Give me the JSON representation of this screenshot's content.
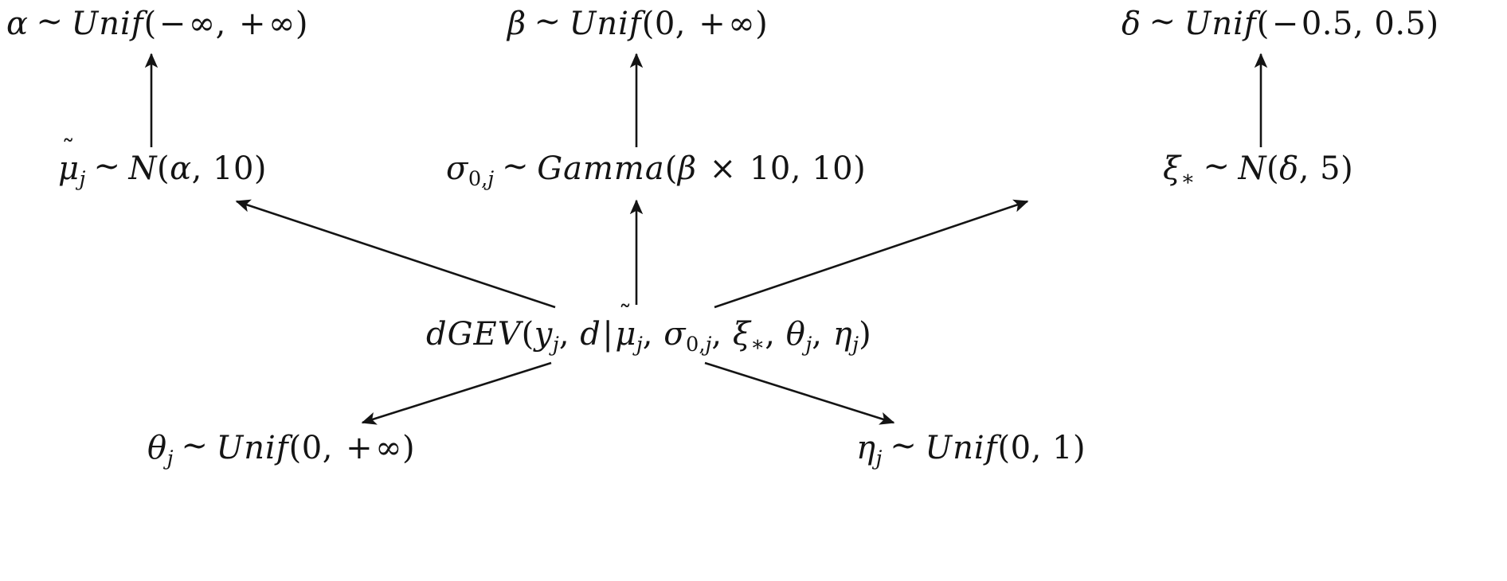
{
  "diagram": {
    "title": "Bayesian hierarchical dGEV model directed acyclic graph",
    "background_color": "#ffffff",
    "ink_color": "#141414",
    "hyperpriors": [
      {
        "id": "alpha-prior",
        "latex": "\\alpha \\sim Unif(-\\infty, +\\infty)",
        "plain": "α ~ Unif(−∞, +∞)",
        "variable": "α",
        "distribution": "Unif",
        "params": [
          "−∞",
          "+∞"
        ]
      },
      {
        "id": "beta-prior",
        "latex": "\\beta \\sim Unif(0, +\\infty)",
        "plain": "β ~ Unif(0, +∞)",
        "variable": "β",
        "distribution": "Unif",
        "params": [
          "0",
          "+∞"
        ]
      },
      {
        "id": "delta-prior",
        "latex": "\\delta \\sim Unif(-0.5, 0.5)",
        "plain": "δ ~ Unif(−0.5, 0.5)",
        "variable": "δ",
        "distribution": "Unif",
        "params": [
          "−0.5",
          "0.5"
        ]
      }
    ],
    "priors": [
      {
        "id": "mu-tilde-prior",
        "latex": "\\tilde{\\mu}_j \\sim N(\\alpha, 10)",
        "plain": "μ̃_j ~ N(α, 10)",
        "variable": "μ̃",
        "subscript": "j",
        "distribution": "N",
        "params": [
          "α",
          "10"
        ]
      },
      {
        "id": "sigma-prior",
        "latex": "\\sigma_{0,j} \\sim Gamma(\\beta \\times 10, 10)",
        "plain": "σ₀,ⱼ ~ Gamma(β × 10, 10)",
        "variable": "σ",
        "subscript": "0,j",
        "distribution": "Gamma",
        "params": [
          "β × 10",
          "10"
        ]
      },
      {
        "id": "xi-prior",
        "latex": "\\xi_* \\sim N(\\delta, 5)",
        "plain": "ξ_* ~ N(δ, 5)",
        "variable": "ξ",
        "subscript": "*",
        "distribution": "N",
        "params": [
          "δ",
          "5"
        ]
      }
    ],
    "likelihood": {
      "id": "dgev-likelihood",
      "latex": "dGEV(y_j, d | \\tilde{\\mu}_j, \\sigma_{0,j}, \\xi_*, \\theta_j, \\eta_j)",
      "plain": "dGEV(y_j, d|μ̃_j, σ₀,ⱼ, ξ_*, θ_j, η_j)",
      "function_name": "dGEV",
      "observed": [
        "y_j",
        "d"
      ],
      "conditioned_on": [
        "μ̃_j",
        "σ₀,ⱼ",
        "ξ_*",
        "θ_j",
        "η_j"
      ]
    },
    "bottom_priors": [
      {
        "id": "theta-prior",
        "latex": "\\theta_j \\sim Unif(0, +\\infty)",
        "plain": "θ_j ~ Unif(0, +∞)",
        "variable": "θ",
        "subscript": "j",
        "distribution": "Unif",
        "params": [
          "0",
          "+∞"
        ]
      },
      {
        "id": "eta-prior",
        "latex": "\\eta_j \\sim Unif(0, 1)",
        "plain": "η_j ~ Unif(0, 1)",
        "variable": "η",
        "subscript": "j",
        "distribution": "Unif",
        "params": [
          "0",
          "1"
        ]
      }
    ],
    "edges": [
      {
        "id": "edge-mu-to-alpha",
        "from": "mu-tilde-prior",
        "to": "alpha-prior",
        "kind": "vertical"
      },
      {
        "id": "edge-sigma-to-beta",
        "from": "sigma-prior",
        "to": "beta-prior",
        "kind": "vertical"
      },
      {
        "id": "edge-xi-to-delta",
        "from": "xi-prior",
        "to": "delta-prior",
        "kind": "vertical"
      },
      {
        "id": "edge-dgev-to-mu",
        "from": "dgev-likelihood",
        "to": "mu-tilde-prior",
        "kind": "diagonal-up-left"
      },
      {
        "id": "edge-dgev-to-sigma",
        "from": "dgev-likelihood",
        "to": "sigma-prior",
        "kind": "vertical"
      },
      {
        "id": "edge-dgev-to-xi",
        "from": "dgev-likelihood",
        "to": "xi-prior",
        "kind": "diagonal-up-right"
      },
      {
        "id": "edge-dgev-to-theta",
        "from": "dgev-likelihood",
        "to": "theta-prior",
        "kind": "diagonal-down-left"
      },
      {
        "id": "edge-dgev-to-eta",
        "from": "dgev-likelihood",
        "to": "eta-prior",
        "kind": "diagonal-down-right"
      }
    ],
    "symbols": {
      "tilde_accent": "~",
      "sim": "∼",
      "infinity": "∞",
      "minus": "−",
      "plus": "+",
      "times": "×",
      "mid": "|",
      "star": "∗",
      "comma": ","
    }
  }
}
